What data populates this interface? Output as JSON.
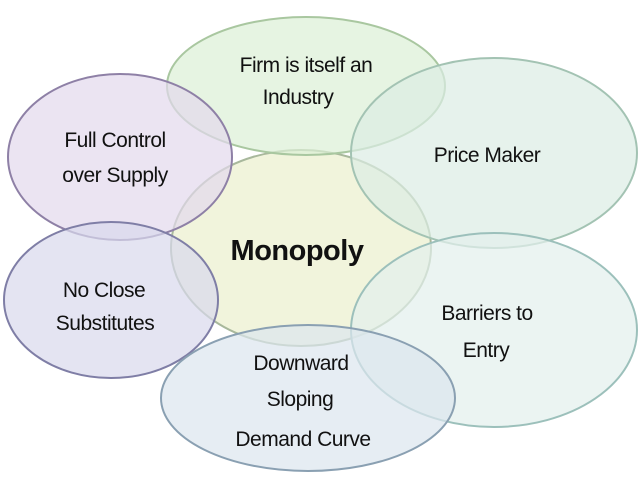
{
  "diagram": {
    "center": {
      "label": "Monopoly",
      "color": "#eef2d6"
    },
    "nodes": [
      {
        "id": "firm",
        "lines": [
          "Firm is itself an",
          "Industry"
        ],
        "color": "#dcefd6"
      },
      {
        "id": "price",
        "lines": [
          "Price Maker"
        ],
        "color": "#dcede4"
      },
      {
        "id": "control",
        "lines": [
          "Full Control",
          "over Supply"
        ],
        "color": "#e2d9ec"
      },
      {
        "id": "substitutes",
        "lines": [
          "No Close",
          "Substitutes"
        ],
        "color": "#d9d9ec"
      },
      {
        "id": "barriers",
        "lines": [
          "Barriers to",
          "Entry"
        ],
        "color": "#e3efed"
      },
      {
        "id": "demand",
        "lines": [
          "Downward",
          "Sloping",
          "Demand Curve"
        ],
        "color": "#dbe6ee"
      }
    ]
  }
}
